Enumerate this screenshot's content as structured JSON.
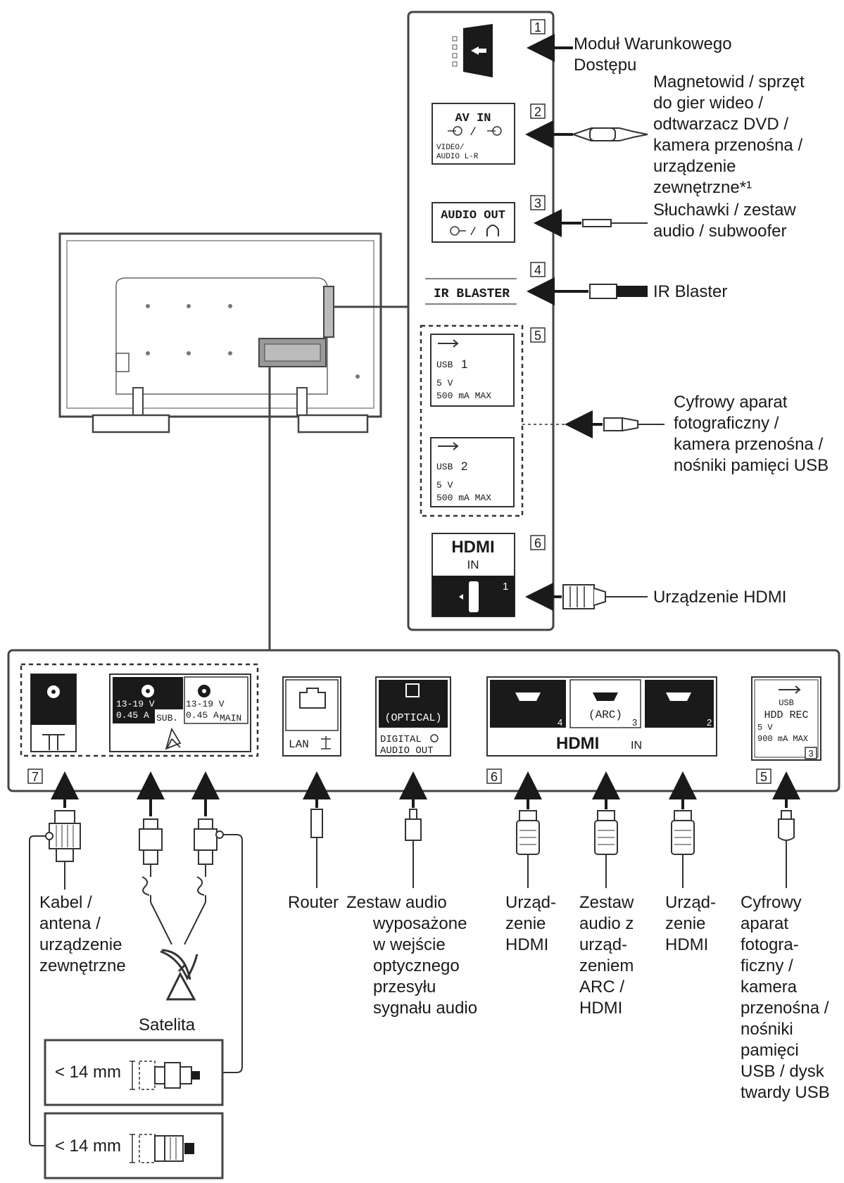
{
  "side_ports": [
    {
      "num": "1",
      "label": [
        "Moduł Warunkowego",
        "Dostępu"
      ]
    },
    {
      "num": "2",
      "panel": [
        "AV IN",
        "/",
        "VIDEO/",
        "AUDIO L-R"
      ],
      "label": [
        "Magnetowid / sprzęt",
        "do gier wideo /",
        "odtwarzacz DVD /",
        "kamera przenośna /",
        "urządzenie",
        "zewnętrzne*¹"
      ]
    },
    {
      "num": "3",
      "panel": [
        "AUDIO OUT",
        "/"
      ],
      "label": [
        "Słuchawki / zestaw",
        "audio / subwoofer"
      ]
    },
    {
      "num": "4",
      "panel": [
        "IR BLASTER"
      ],
      "label": [
        "IR Blaster"
      ]
    },
    {
      "num": "5",
      "usb1": [
        "USB",
        "1",
        "5 V",
        "500 mA MAX"
      ],
      "usb2": [
        "USB",
        "2",
        "5 V",
        "500 mA MAX"
      ],
      "label": [
        "Cyfrowy aparat",
        "fotograficzny /",
        "kamera przenośna /",
        "nośniki pamięci USB"
      ]
    },
    {
      "num": "6",
      "panel": [
        "HDMI",
        "IN",
        "1"
      ],
      "label": [
        "Urządzenie HDMI"
      ]
    }
  ],
  "bottom_panel": {
    "sat_sub": [
      "13-19 V",
      "0.45 A",
      "SUB."
    ],
    "sat_main": [
      "13-19 V",
      "0.45 A",
      "MAIN"
    ],
    "lan": "LAN",
    "optical": [
      "(OPTICAL)",
      "DIGITAL",
      "AUDIO OUT"
    ],
    "hdmi_nums": [
      "4",
      "(ARC)",
      "3",
      "2"
    ],
    "hdmi_label": [
      "HDMI",
      "IN"
    ],
    "usb3": [
      "USB",
      "HDD REC",
      "5 V",
      "900 mA MAX",
      "3"
    ],
    "nums": [
      "7",
      "6",
      "5"
    ]
  },
  "bottom_labels": {
    "cable": [
      "Kabel /",
      "antena /",
      "urządzenie",
      "zewnętrzne"
    ],
    "satellite": "Satelita",
    "router": "Router",
    "optical_audio": [
      "Zestaw audio",
      "wyposażone",
      "w wejście",
      "optycznego",
      "przesyłu",
      "sygnału audio"
    ],
    "hdmi4": [
      "Urząd-",
      "zenie",
      "HDMI"
    ],
    "arc": [
      "Zestaw",
      "audio z",
      "urząd-",
      "zeniem",
      "ARC /",
      "HDMI"
    ],
    "hdmi2": [
      "Urząd-",
      "zenie",
      "HDMI"
    ],
    "usb3": [
      "Cyfrowy",
      "aparat",
      "fotogra-",
      "ficzny /",
      "kamera",
      "przenośna /",
      "nośniki",
      "pamięci",
      "USB / dysk",
      "twardy USB"
    ]
  },
  "connector_notes": [
    "< 14 mm",
    "< 14 mm"
  ]
}
